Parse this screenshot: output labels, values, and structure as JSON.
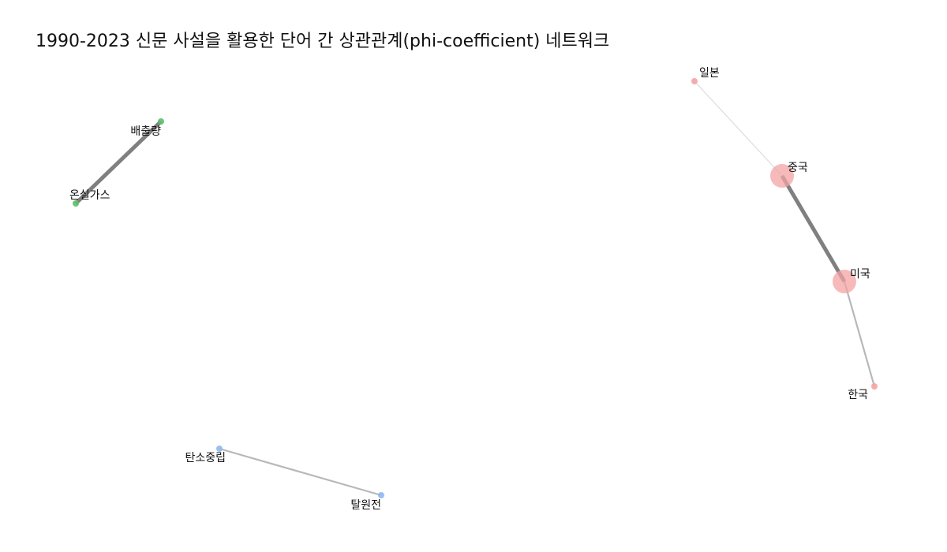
{
  "title": "1990-2023 신문 사설을 활용한 단어 간 상관관계(phi-coefficient) 네트워크",
  "groups": {
    "group-1": {
      "color": "#f4a3a3"
    },
    "group-2": {
      "color": "#5cbf6a"
    },
    "group-3": {
      "color": "#8fb8ee"
    }
  },
  "nodes": [
    {
      "id": "일본",
      "label": "일본",
      "group": "group-1",
      "importance": "low"
    },
    {
      "id": "중국",
      "label": "중국",
      "group": "group-1",
      "importance": "high"
    },
    {
      "id": "미국",
      "label": "미국",
      "group": "group-1",
      "importance": "high"
    },
    {
      "id": "한국",
      "label": "한국",
      "group": "group-1",
      "importance": "low"
    },
    {
      "id": "배출량",
      "label": "배출량",
      "group": "group-2",
      "importance": "low"
    },
    {
      "id": "온실가스",
      "label": "온실가스",
      "group": "group-2",
      "importance": "low"
    },
    {
      "id": "탄소중립",
      "label": "탄소중립",
      "group": "group-3",
      "importance": "low"
    },
    {
      "id": "탈원전",
      "label": "탈원전",
      "group": "group-3",
      "importance": "low"
    }
  ],
  "edges": [
    {
      "source": "일본",
      "target": "중국",
      "strength": "weak"
    },
    {
      "source": "중국",
      "target": "미국",
      "strength": "strong"
    },
    {
      "source": "미국",
      "target": "한국",
      "strength": "moderate"
    },
    {
      "source": "배출량",
      "target": "온실가스",
      "strength": "strong"
    },
    {
      "source": "탄소중립",
      "target": "탈원전",
      "strength": "moderate"
    }
  ]
}
